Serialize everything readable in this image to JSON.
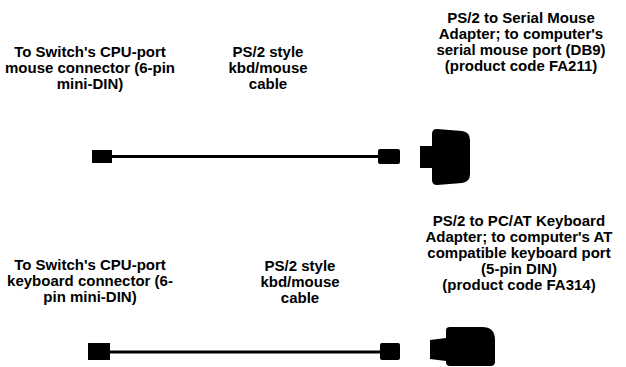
{
  "diagram": {
    "labels": [
      "PS/2 to Serial Mouse Adapter; to computer's serial mouse port (DB9)",
      "(product code FA211)",
      "To Switch's CPU-port mouse connector (6-pin mini-DIN)",
      "PS/2 style kbd/mouse cable",
      "PS/2 to PC/AT Keyboard Adapter; to computer's AT compatible keyboard port (5-pin DIN)",
      "(product code FA314)",
      "To Switch's CPU-port keyboard connector (6-pin mini-DIN)",
      "PS/2 style kbd/mouse cable"
    ]
  }
}
